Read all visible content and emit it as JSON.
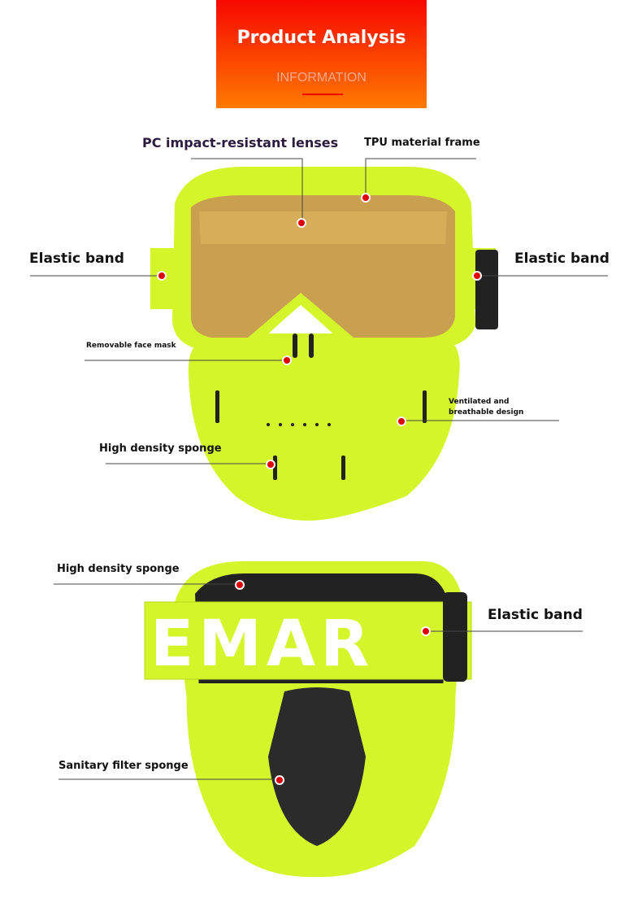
{
  "header": {
    "title": "Product Analysis",
    "subtitle": "INFORMATION"
  },
  "top_view": {
    "labels": {
      "lenses": "PC impact-resistant lenses",
      "frame": "TPU material frame",
      "band_left": "Elastic band",
      "band_right": "Elastic band",
      "face_mask": "Removable face mask",
      "ventilated": "Ventilated and breathable design",
      "sponge": "High density sponge"
    }
  },
  "back_view": {
    "strap_text": "EMAR",
    "labels": {
      "sponge": "High density sponge",
      "band": "Elastic band",
      "filter": "Sanitary filter sponge"
    }
  },
  "colors": {
    "accent": "#e50000",
    "mask": "#d4f52a",
    "header_top": "#f70800",
    "header_bottom": "#ff7a00"
  }
}
